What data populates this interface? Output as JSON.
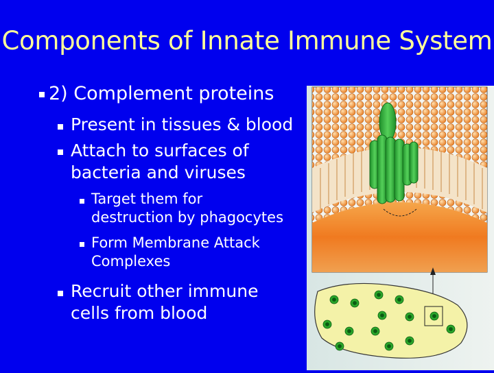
{
  "slide": {
    "title": "Components of Innate Immune System",
    "level1": {
      "text": "2) Complement proteins"
    },
    "level2_a": [
      {
        "text": "Present in tissues & blood"
      },
      {
        "lines": [
          "Attach to surfaces of",
          "bacteria and viruses"
        ]
      }
    ],
    "level3": [
      {
        "lines": [
          "Target them for",
          "destruction by phagocytes"
        ]
      },
      {
        "lines": [
          "Form Membrane Attack",
          "Complexes"
        ]
      }
    ],
    "level2_b": [
      {
        "lines": [
          "Recruit other immune",
          "cells from blood"
        ]
      }
    ]
  },
  "colors": {
    "background": "#0000ee",
    "title": "#ffff99",
    "text": "#ffffff",
    "membrane_orange": "#f07a20",
    "protein_green": "#3fbf3f",
    "cell_fill": "#f4f2a8"
  },
  "figure": {
    "description_icon": "membrane-attack-complex-illustration"
  }
}
